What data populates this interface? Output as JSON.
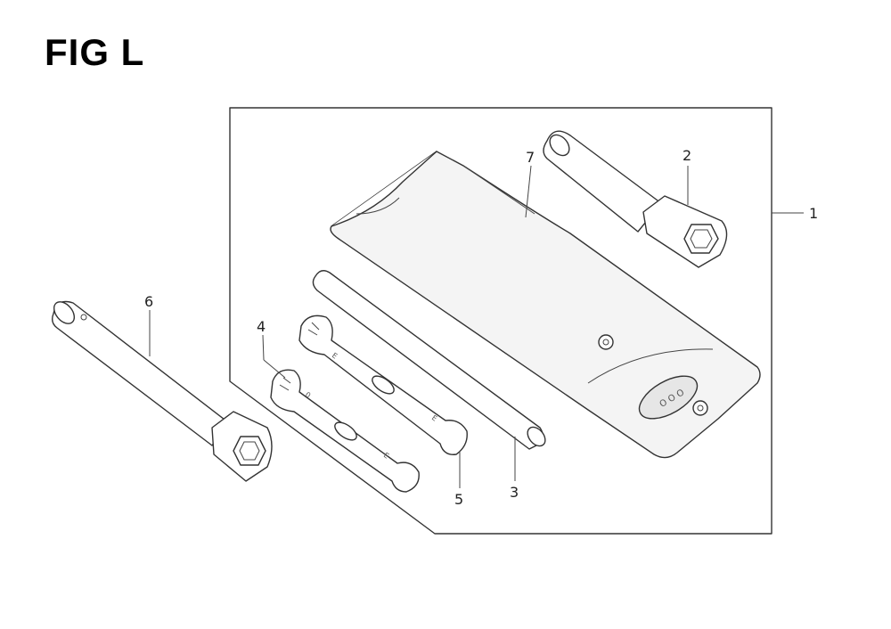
{
  "figure": {
    "title": "FIG L"
  },
  "callouts": {
    "c1": "1",
    "c2": "2",
    "c3": "3",
    "c4": "4",
    "c5": "5",
    "c6": "6",
    "c7": "7"
  }
}
